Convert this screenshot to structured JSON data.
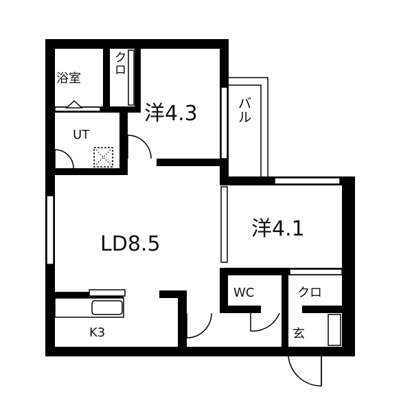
{
  "floor_plan": {
    "rooms": {
      "bath": "浴室",
      "closet_top": "クロ",
      "western_room_1": "洋4.3",
      "balcony": "バル",
      "utility": "UT",
      "living_dining": "LD8.5",
      "western_room_2": "洋4.1",
      "toilet": "WC",
      "closet_bottom": "クロ",
      "kitchen": "K3",
      "entrance": "玄"
    },
    "colors": {
      "wall": "#000000",
      "background": "#ffffff",
      "window": "#999999"
    }
  }
}
